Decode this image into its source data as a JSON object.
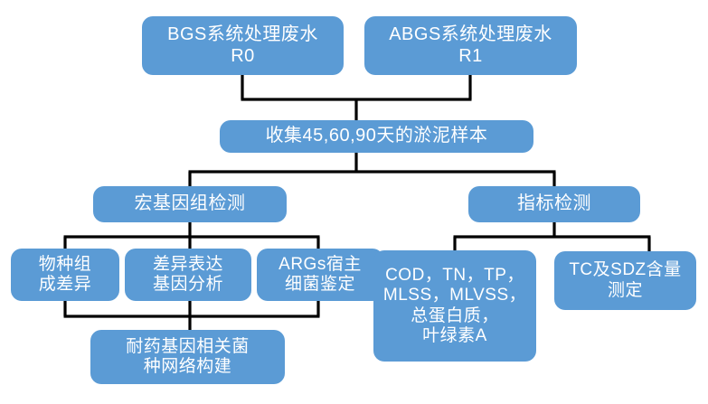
{
  "diagram": {
    "type": "flowchart",
    "title": "",
    "accent_color": "#5B9BD5",
    "connector_color": "#000000",
    "text_color": "#FFFFFF",
    "background_color": "#FFFFFF",
    "nodes": {
      "bgs": "BGS系统处理废水\nR0",
      "abgs": "ABGS系统处理废水\nR1",
      "collect": "收集45,60,90天的淤泥样本",
      "metagenome": "宏基因组检测",
      "index": "指标检测",
      "species": "物种组\n成差异",
      "deg": "差异表达\n基因分析",
      "args_host": "ARGs宿主\n细菌鉴定",
      "cod": "COD，TN，TP，\nMLSS，MLVSS，\n总蛋白质，\n叶绿素A",
      "tc_sdz": "TC及SDZ含量\n测定",
      "network": "耐药基因相关菌\n种网络构建"
    },
    "edges": [
      {
        "from": "bgs",
        "to": "collect"
      },
      {
        "from": "abgs",
        "to": "collect"
      },
      {
        "from": "collect",
        "to": "metagenome"
      },
      {
        "from": "collect",
        "to": "index"
      },
      {
        "from": "metagenome",
        "to": "species"
      },
      {
        "from": "metagenome",
        "to": "deg"
      },
      {
        "from": "metagenome",
        "to": "args_host"
      },
      {
        "from": "index",
        "to": "cod"
      },
      {
        "from": "index",
        "to": "tc_sdz"
      },
      {
        "from": "species",
        "to": "network"
      },
      {
        "from": "deg",
        "to": "network"
      },
      {
        "from": "args_host",
        "to": "network"
      }
    ]
  }
}
